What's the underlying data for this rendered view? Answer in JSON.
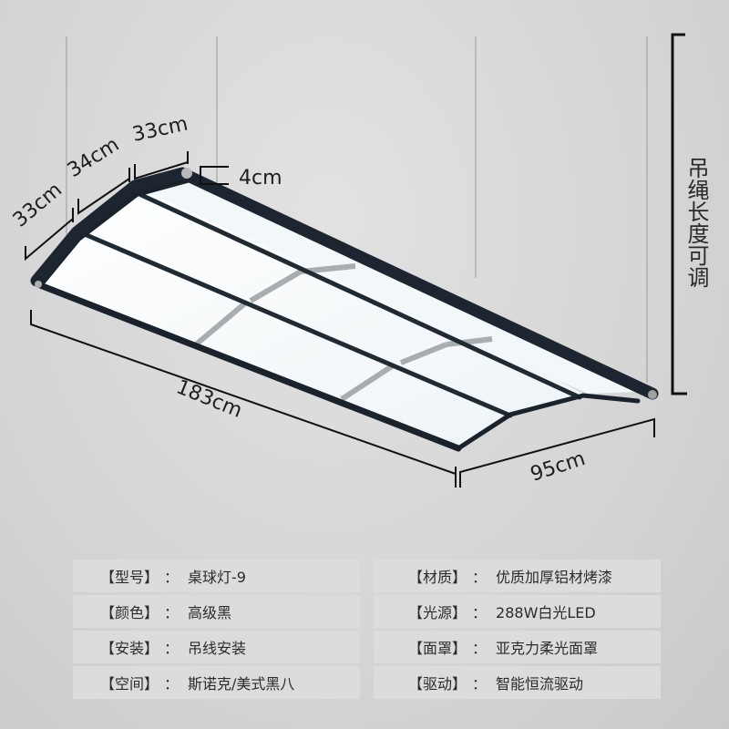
{
  "product": {
    "dimensions": {
      "top_edge_segments": [
        "33cm",
        "34cm",
        "33cm"
      ],
      "frame_thickness": "4cm",
      "length": "183cm",
      "width": "95cm"
    },
    "cord_label": "吊绳长度可调"
  },
  "specs": {
    "left": [
      {
        "key": "【型号】",
        "sep": "：",
        "value": "桌球灯-9"
      },
      {
        "key": "【颜色】",
        "sep": "：",
        "value": "高级黑"
      },
      {
        "key": "【安装】",
        "sep": "：",
        "value": "吊线安装"
      },
      {
        "key": "【空间】",
        "sep": "：",
        "value": "斯诺克/美式黑八"
      }
    ],
    "right": [
      {
        "key": "【材质】",
        "sep": "：",
        "value": "优质加厚铝材烤漆"
      },
      {
        "key": "【光源】",
        "sep": "：",
        "value": "288W白光LED"
      },
      {
        "key": "【面罩】",
        "sep": "：",
        "value": "亚克力柔光面罩"
      },
      {
        "key": "【驱动】",
        "sep": "：",
        "value": "智能恒流驱动"
      }
    ]
  },
  "colors": {
    "frame": "#1c2530",
    "panel": "#f4f8fa",
    "cell_bg": "#dcdcdc",
    "text": "#2b2b2b",
    "background": "#d6d6d6"
  }
}
